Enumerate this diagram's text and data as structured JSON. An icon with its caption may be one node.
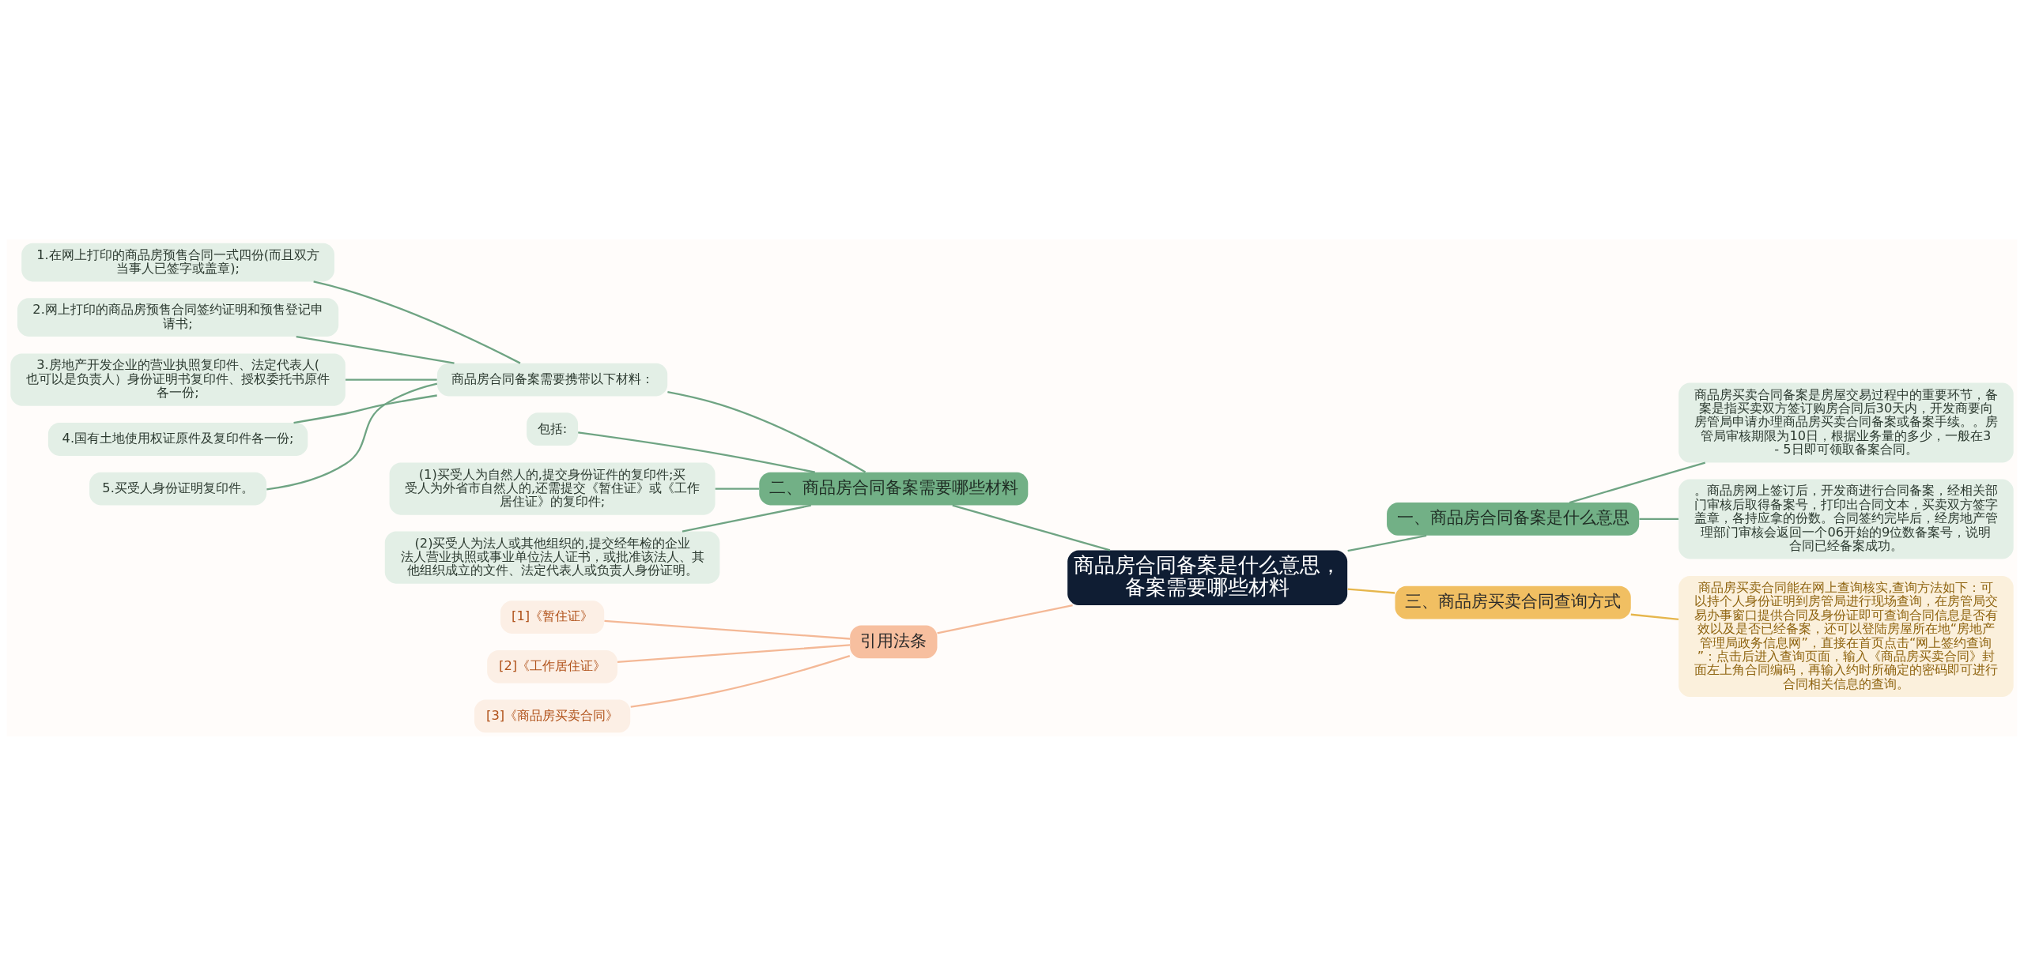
{
  "diagram": {
    "nodes": [
      {
        "text": [
          "商品房合同备案是什么意思，备案需要哪些材料"
        ]
      },
      {
        "text": [
          "二、商品房合同备案需要哪些材料"
        ]
      },
      {
        "text": [
          "商品房合同备案需要携带以下材料："
        ]
      },
      {
        "text": [
          "1.在网上打印的商品房预售合同一式四份(而且双方当事人已签字或盖章);"
        ]
      },
      {
        "text": [
          "2.网上打印的商品房预售合同签约证明和预售登记申请书;"
        ]
      },
      {
        "text": [
          "3.房地产开发企业的营业执照复印件、法定代表人(也可以是负责人）身份证明书复印件、授权委托书原件各一份;"
        ]
      },
      {
        "text": [
          "4.国有土地使用权证原件及复印件各一份;"
        ]
      },
      {
        "text": [
          "5.买受人身份证明复印件。"
        ]
      },
      {
        "text": [
          "包括:"
        ]
      },
      {
        "text": [
          "(1)买受人为自然人的,提交身份证件的复印件;买受人为外省市自然人的,还需提交《暂住证》或《工作居住证》的复印件;"
        ]
      },
      {
        "text": [
          "(2)买受人为法人或其他组织的,提交经年检的企业法人营业执照或事业单位法人证书，或批准该法人、其他组织成立的文件、法定代表人或负责人身份证明。"
        ]
      },
      {
        "text": [
          "引用法条"
        ]
      },
      {
        "text": [
          "[1]《暂住证》"
        ]
      },
      {
        "text": [
          "[2]《工作居住证》"
        ]
      },
      {
        "text": [
          "[3]《商品房买卖合同》"
        ]
      },
      {
        "text": [
          "一、商品房合同备案是什么意思"
        ]
      },
      {
        "text": [
          "商品房买卖合同备案是房屋交易过程中的重要环节，备案是指买卖双方签订购房合同后30天内，开发商要向房管局申请办理商品房买卖合同备案或备案手续。。房管局审核期限为10日，根据业务量的多少，一般在3 - 5日即可领取备案合同。"
        ]
      },
      {
        "text": [
          "。商品房网上签订后，开发商进行合同备案，经相关部门审核后取得备案号，打印出合同文本，买卖双方签字盖章，各持应拿的份数。合同签约完毕后，经房地产管理部门审核会返回一个06开始的9位数备案号，说明合同已经备案成功。"
        ]
      },
      {
        "text": [
          "三、商品房买卖合同查询方式"
        ]
      },
      {
        "text": [
          "商品房买卖合同能在网上查询核实,查询方法如下：可以持个人身份证明到房管局进行现场查询，在房管局交易办事窗口提供合同及身份证即可查询合同信息是否有效以及是否已经备案，还可以登陆房屋所在地“房地产管理局政务信息网”，直接在首页点击“网上签约查询”：点击后进入查询页面，输入《商品房买卖合同》封面左上角合同编码，再输入约时所确定的密码即可进行合同相关信息的查询。"
        ]
      }
    ],
    "edges": [
      {
        "from": 0,
        "to": 1,
        "arrow": "none"
      },
      {
        "from": 1,
        "to": 2,
        "arrow": "none"
      },
      {
        "from": 2,
        "to": 3,
        "arrow": "none"
      },
      {
        "from": 2,
        "to": 4,
        "arrow": "none"
      },
      {
        "from": 2,
        "to": 5,
        "arrow": "none"
      },
      {
        "from": 2,
        "to": 6,
        "arrow": "none"
      },
      {
        "from": 2,
        "to": 7,
        "arrow": "none"
      },
      {
        "from": 1,
        "to": 8,
        "arrow": "none"
      },
      {
        "from": 1,
        "to": 9,
        "arrow": "none"
      },
      {
        "from": 1,
        "to": 10,
        "arrow": "none"
      },
      {
        "from": 0,
        "to": 11,
        "arrow": "none",
        "color": "#f4b896"
      },
      {
        "from": 11,
        "to": 12,
        "arrow": "none",
        "color": "#f4b896"
      },
      {
        "from": 11,
        "to": 13,
        "arrow": "none",
        "color": "#f4b896"
      },
      {
        "from": 11,
        "to": 14,
        "arrow": "none",
        "color": "#f4b896"
      },
      {
        "from": 0,
        "to": 15,
        "arrow": "none"
      },
      {
        "from": 15,
        "to": 16,
        "arrow": "none"
      },
      {
        "from": 15,
        "to": 17,
        "arrow": "none"
      },
      {
        "from": 0,
        "to": 18,
        "arrow": "none",
        "color": "#e6b64c"
      },
      {
        "from": 18,
        "to": 19,
        "arrow": "none",
        "color": "#e6b64c"
      }
    ]
  }
}
